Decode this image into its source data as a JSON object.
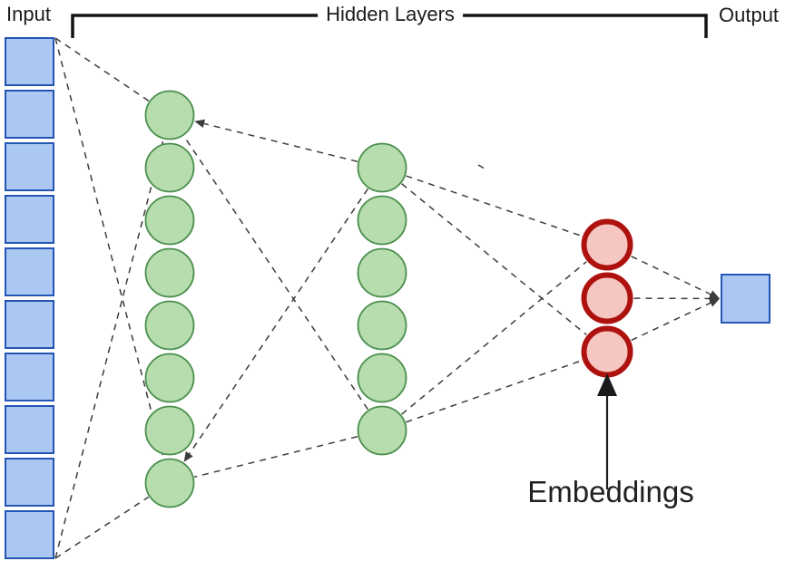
{
  "labels": {
    "input": "Input",
    "hidden": "Hidden Layers",
    "output": "Output",
    "embeddings": "Embeddings"
  },
  "colors": {
    "background": "#ffffff",
    "input_fill": "#abc8f3",
    "input_stroke": "#2355b4",
    "hidden_fill": "#b7dcae",
    "hidden_stroke": "#4a8f4c",
    "embedding_fill": "#f5c6c2",
    "embedding_stroke": "#ae120e",
    "output_fill": "#abc8f3",
    "output_stroke": "#2355b4",
    "edge_color": "#3c3c3c",
    "bracket_color": "#141414",
    "arrow_color": "#1a1a1a",
    "text_color": "#1c1c1e"
  },
  "network": {
    "input_nodes": 10,
    "hidden_layer1_nodes": 8,
    "hidden_layer2_nodes": 6,
    "embedding_nodes": 3,
    "output_nodes": 1,
    "edges": [
      {
        "from": "input-top",
        "to": "h1-top"
      },
      {
        "from": "input-top",
        "to": "h1-bottom"
      },
      {
        "from": "input-bottom",
        "to": "h1-top"
      },
      {
        "from": "input-bottom",
        "to": "h1-bottom"
      },
      {
        "from": "h2-top",
        "to": "h1-top",
        "arrow": "to"
      },
      {
        "from": "h2-bottom",
        "to": "h1-top"
      },
      {
        "from": "h2-top",
        "to": "h1-bottom",
        "arrow": "to"
      },
      {
        "from": "h2-bottom",
        "to": "h1-bottom"
      },
      {
        "from": "h2-top",
        "to": "emb-top"
      },
      {
        "from": "h2-top",
        "to": "emb-bottom"
      },
      {
        "from": "h2-bottom",
        "to": "emb-top"
      },
      {
        "from": "h2-bottom",
        "to": "emb-bottom"
      },
      {
        "from": "emb-top",
        "to": "output",
        "arrow": "to"
      },
      {
        "from": "emb-mid",
        "to": "output",
        "arrow": "to"
      },
      {
        "from": "emb-bottom",
        "to": "output",
        "arrow": "to"
      }
    ]
  }
}
